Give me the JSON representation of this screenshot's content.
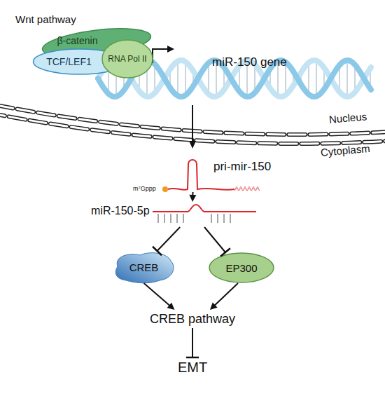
{
  "diagram": {
    "nodes": [
      {
        "text": [
          "β-catenin"
        ]
      },
      {
        "text": [
          "TCF/LEF1"
        ]
      },
      {
        "text": [
          "RNA Pol II"
        ]
      },
      {
        "text": [
          "pri-mir-150"
        ]
      },
      {
        "text": [
          "miR-150-5p"
        ]
      },
      {
        "text": [
          "CREB"
        ]
      },
      {
        "text": [
          "EP300"
        ]
      },
      {
        "text": [
          "CREB pathway"
        ]
      },
      {
        "text": [
          "EMT"
        ]
      }
    ],
    "edges": [
      {
        "from": 3,
        "to": 4,
        "arrow": "to"
      },
      {
        "from": 4,
        "to": 5,
        "arrow": "to"
      },
      {
        "from": 4,
        "to": 6,
        "arrow": "to"
      },
      {
        "from": 5,
        "to": 7,
        "arrow": "to"
      },
      {
        "from": 6,
        "to": 7,
        "arrow": "to"
      },
      {
        "from": 7,
        "to": 8,
        "arrow": "to"
      }
    ],
    "labels": [
      "Wnt pathway",
      "miR-150 gene",
      "Nucleus",
      "Cytoplasm",
      "m⁷Gppp",
      "AAAAAA"
    ]
  }
}
